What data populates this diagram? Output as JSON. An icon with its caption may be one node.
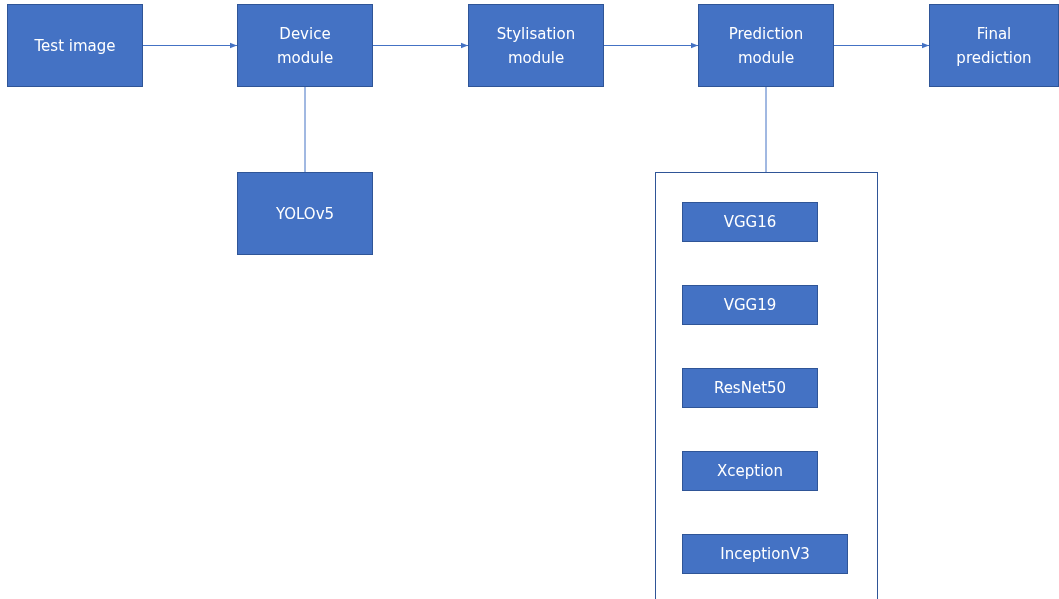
{
  "diagram": {
    "nodes": [
      {
        "text": [
          "Test image"
        ]
      },
      {
        "text": [
          "Device module"
        ]
      },
      {
        "text": [
          "Stylisation module"
        ]
      },
      {
        "text": [
          "Prediction module"
        ]
      },
      {
        "text": [
          "Final prediction"
        ]
      },
      {
        "text": [
          "YOLOv5"
        ]
      },
      {
        "text": [],
        "shape": "box"
      },
      {
        "text": [
          "VGG16"
        ],
        "in": 6
      },
      {
        "text": [
          "VGG19"
        ],
        "in": 6
      },
      {
        "text": [
          "ResNet50"
        ],
        "in": 6
      },
      {
        "text": [
          "Xception"
        ],
        "in": 6
      },
      {
        "text": [
          "InceptionV3"
        ],
        "in": 6
      }
    ],
    "edges": [
      {
        "from": 0,
        "to": 1,
        "arrow": "to"
      },
      {
        "from": 1,
        "to": 2,
        "arrow": "to"
      },
      {
        "from": 2,
        "to": 3,
        "arrow": "to"
      },
      {
        "from": 3,
        "to": 4,
        "arrow": "to"
      },
      {
        "from": 1,
        "to": 5,
        "arrow": "none"
      },
      {
        "from": 3,
        "to": 6,
        "arrow": "none"
      }
    ]
  }
}
